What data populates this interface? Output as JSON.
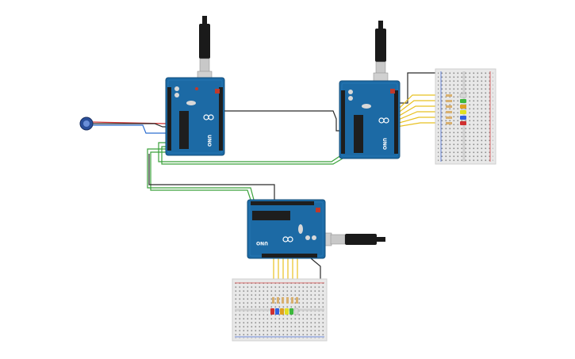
{
  "canvas": {
    "background": "#ffffff"
  },
  "colors": {
    "board": "#1c6aa5",
    "board_dark": "#14507e",
    "header": "#1e1e1e",
    "usb_plug": "#1a1a1a",
    "usb_metal": "#c8c8c8",
    "breadboard": "#e8e8e8",
    "breadboard_rail_red": "#d84a4a",
    "breadboard_rail_blue": "#4a6fd8",
    "wire_black": "#2a2a2a",
    "wire_green": "#3aa13a",
    "wire_red": "#d03030",
    "wire_blue": "#2f6fd0",
    "wire_yellow": "#e8c020",
    "led_colors": [
      "#d8d8d8",
      "#3cb83c",
      "#e0a020",
      "#e0e020",
      "#3060e0",
      "#d03030"
    ]
  },
  "boards": [
    {
      "id": "arduino-left",
      "label": "UNO"
    },
    {
      "id": "arduino-right",
      "label": "UNO"
    },
    {
      "id": "arduino-bottom",
      "label": "UNO"
    }
  ],
  "components": {
    "potentiometer": {
      "icon": "potentiometer-icon"
    },
    "usb_cable": {
      "icon": "usb-plug-icon"
    },
    "leds_right": [
      "white",
      "green",
      "orange",
      "yellow",
      "blue",
      "red"
    ],
    "leds_bottom": [
      "red",
      "blue",
      "orange",
      "yellow",
      "green",
      "white"
    ]
  }
}
